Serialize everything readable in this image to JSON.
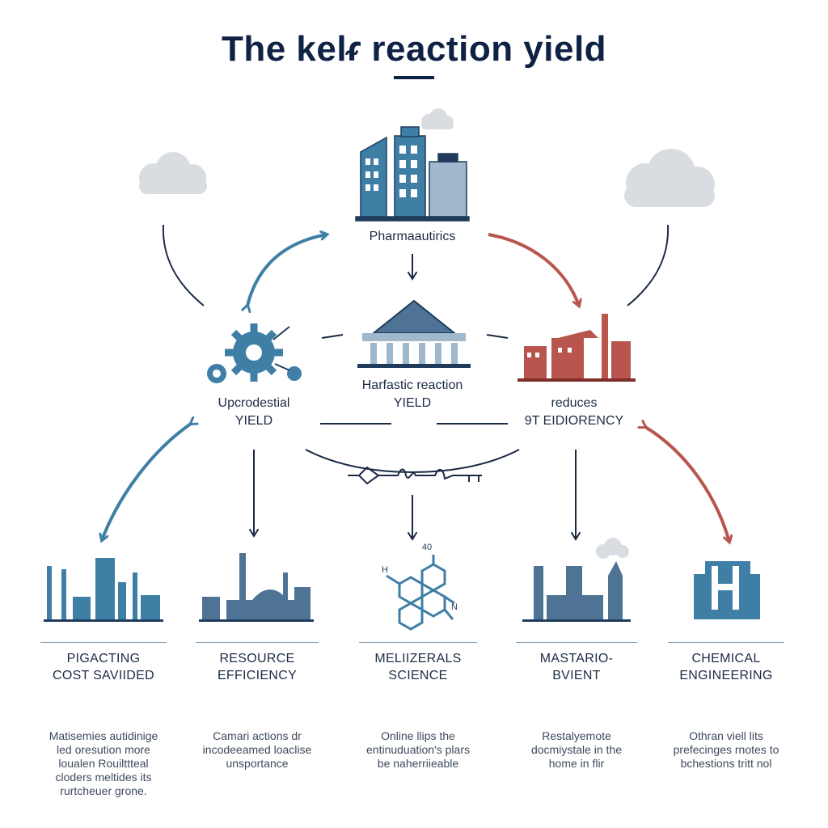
{
  "title": "The kelᵳ reaction yield",
  "colors": {
    "navy": "#0f2245",
    "blue": "#3f7fa6",
    "red": "#b8564e",
    "gray": "#d9dde2"
  },
  "top": {
    "label": "Pharmaautirics"
  },
  "center": {
    "line1": "Harfastic reaction",
    "line2": "YIELD"
  },
  "left": {
    "line1": "Upcrodestial",
    "line2": "YIELD"
  },
  "right": {
    "line1": "reduces",
    "line2": "9T EIDIORENCY"
  },
  "molecule_labels": {
    "top": "40",
    "left": "H",
    "right": "N"
  },
  "columns": [
    {
      "title1": "PIGACTING",
      "title2": "COST SAVIIDED",
      "icon": "factory-skyline-icon",
      "desc": [
        "Matisemies autidinige",
        "led oresution more",
        "loualen Rouilttteal",
        "cloders meltides its",
        "rurtcheuer grone."
      ]
    },
    {
      "title1": "RESOURCE",
      "title2": "EFFICIENCY",
      "icon": "civic-building-icon",
      "desc": [
        "Camari actions dr",
        "incodeeamed loaclise",
        "unsportance"
      ]
    },
    {
      "title1": "MELIIZERALS",
      "title2": "SCIENCE",
      "icon": "molecule-icon",
      "desc": [
        "Online llips the",
        "entinuduation's plars",
        "be naherriieable"
      ]
    },
    {
      "title1": "MASTARIO-",
      "title2": "BVIENT",
      "icon": "smokestack-factory-icon",
      "desc": [
        "Restalyemote",
        "docmiystale in the",
        "home in flir"
      ]
    },
    {
      "title1": "CHEMICAL",
      "title2": "ENGINEERING",
      "icon": "chemical-plant-icon",
      "desc": [
        "Othran viell lits",
        "prefecinges rnotes to",
        "bchestions tritt nol"
      ]
    }
  ]
}
